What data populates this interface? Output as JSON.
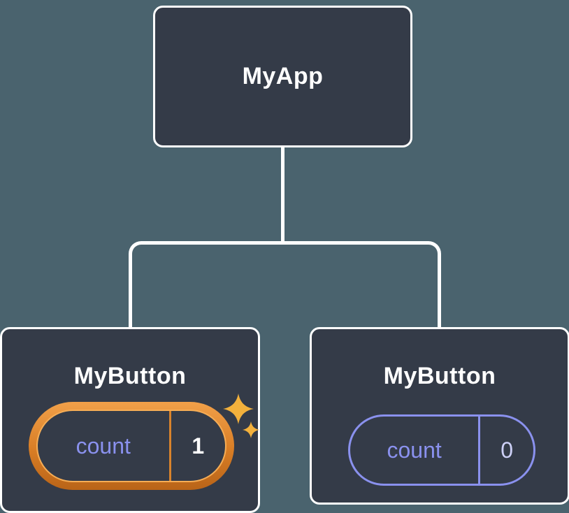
{
  "diagram": {
    "root": {
      "label": "MyApp"
    },
    "children": [
      {
        "label": "MyButton",
        "state": {
          "name": "count",
          "value": "1"
        },
        "highlighted": true
      },
      {
        "label": "MyButton",
        "state": {
          "name": "count",
          "value": "0"
        },
        "highlighted": false
      }
    ]
  },
  "icons": {
    "sparkle": "four-point-sparkle"
  },
  "colors": {
    "background": "#4a636e",
    "node_fill": "#343b48",
    "node_border": "#ffffff",
    "node_text": "#ffffff",
    "state_purple": "#8a91ee",
    "state_value_muted": "#cdd0f7",
    "highlight_orange": "#d8832c",
    "sparkle_gold": "#f3b13c"
  }
}
